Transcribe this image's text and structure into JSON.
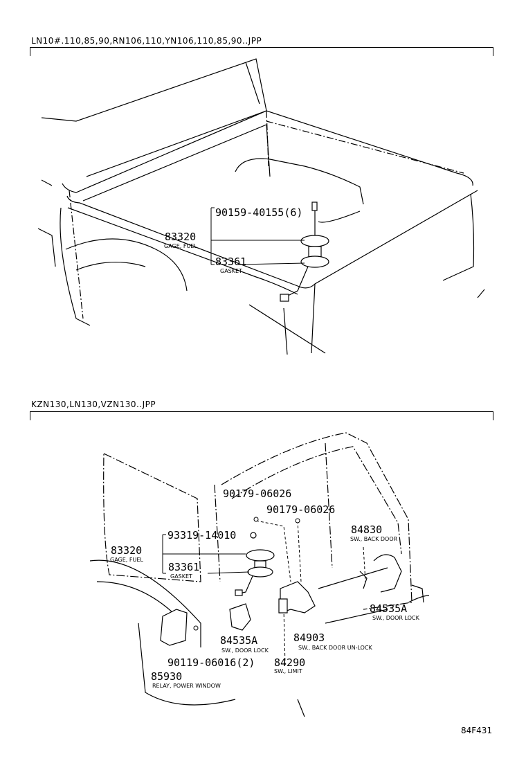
{
  "sections": [
    {
      "title": "LN10#.110,85,90,RN106,110,YN106,110,85,90..JPP",
      "callouts": [
        {
          "part_no": "90159-40155(6)",
          "desc": ""
        },
        {
          "part_no": "83320",
          "desc": "GAGE, FUEL"
        },
        {
          "part_no": "83361",
          "desc": "GASKET"
        }
      ]
    },
    {
      "title": "KZN130,LN130,VZN130..JPP",
      "callouts": [
        {
          "part_no": "90179-06026",
          "desc": ""
        },
        {
          "part_no": "90179-06026",
          "desc": ""
        },
        {
          "part_no": "84830",
          "desc": "SW., BACK DOOR"
        },
        {
          "part_no": "93319-14010",
          "desc": ""
        },
        {
          "part_no": "83320",
          "desc": "GAGE, FUEL"
        },
        {
          "part_no": "83361",
          "desc": "GASKET"
        },
        {
          "part_no": "84535A",
          "desc": "SW., DOOR LOCK"
        },
        {
          "part_no": "84535A",
          "desc": "SW., DOOR LOCK"
        },
        {
          "part_no": "84903",
          "desc": "SW., BACK DOOR UN-LOCK"
        },
        {
          "part_no": "90119-06016(2)",
          "desc": ""
        },
        {
          "part_no": "84290",
          "desc": "SW., LIMIT"
        },
        {
          "part_no": "85930",
          "desc": "RELAY, POWER WINDOW"
        }
      ]
    }
  ],
  "illustration_code": "84F431"
}
